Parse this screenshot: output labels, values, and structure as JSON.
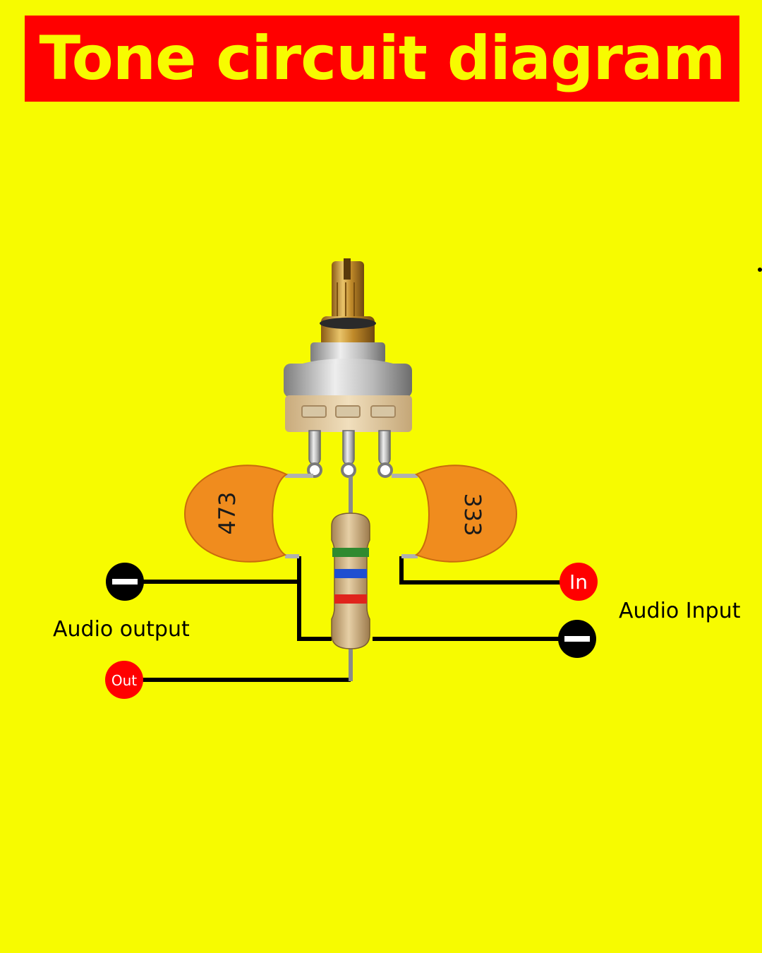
{
  "title": "Tone circuit diagram",
  "capacitor_left": {
    "code": "473"
  },
  "capacitor_right": {
    "code": "333"
  },
  "terminal_in": {
    "label": "In"
  },
  "terminal_out": {
    "label": "Out"
  },
  "labels": {
    "audio_input": "Audio Input",
    "audio_output": "Audio output"
  },
  "resistor_bands": [
    "green",
    "blue",
    "red"
  ],
  "colors": {
    "background": "#f7fb00",
    "banner": "#ff0000",
    "title_text": "#f7fb00",
    "capacitor": "#f08c1e",
    "signal_terminal": "#ff0000",
    "ground_terminal": "#000000",
    "wire": "#000000"
  },
  "icons": {
    "ground_terminal": "minus-circle-icon",
    "potentiometer": "potentiometer-icon"
  }
}
